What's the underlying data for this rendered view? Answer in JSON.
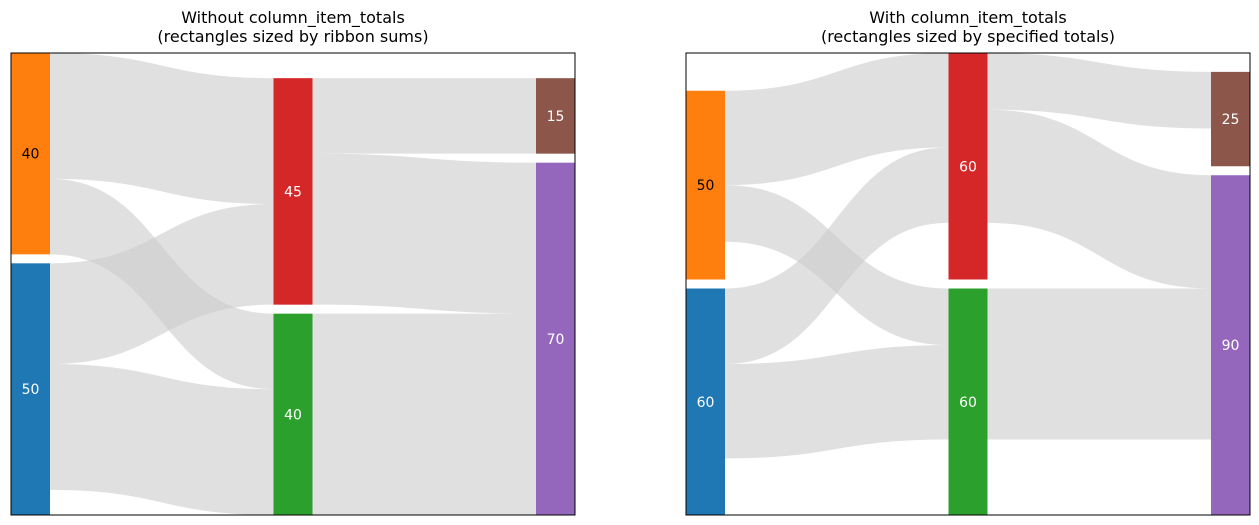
{
  "chart_data": [
    {
      "type": "sankey",
      "title": "Without column_item_totals\n(rectangles sized by ribbon sums)",
      "columns": [
        [
          {
            "id": "A",
            "value": 40,
            "color": "#ff7f0e"
          },
          {
            "id": "B",
            "value": 50,
            "color": "#1f77b4"
          }
        ],
        [
          {
            "id": "C",
            "value": 45,
            "color": "#d62728"
          },
          {
            "id": "D",
            "value": 40,
            "color": "#2ca02c"
          }
        ],
        [
          {
            "id": "E",
            "value": 15,
            "color": "#8c564b"
          },
          {
            "id": "F",
            "value": 70,
            "color": "#9467bd"
          }
        ]
      ],
      "flows": [
        {
          "from": "A",
          "to": "C",
          "value": 25
        },
        {
          "from": "A",
          "to": "D",
          "value": 15
        },
        {
          "from": "B",
          "to": "C",
          "value": 20
        },
        {
          "from": "B",
          "to": "D",
          "value": 25
        },
        {
          "from": "C",
          "to": "E",
          "value": 15
        },
        {
          "from": "C",
          "to": "F",
          "value": 30
        },
        {
          "from": "D",
          "to": "F",
          "value": 40
        }
      ],
      "ribbon_color": "#cccccc",
      "grid": false,
      "legend": "none"
    },
    {
      "type": "sankey",
      "title": "With column_item_totals\n(rectangles sized by specified totals)",
      "columns": [
        [
          {
            "id": "A",
            "value": 50,
            "color": "#ff7f0e"
          },
          {
            "id": "B",
            "value": 60,
            "color": "#1f77b4"
          }
        ],
        [
          {
            "id": "C",
            "value": 60,
            "color": "#d62728"
          },
          {
            "id": "D",
            "value": 60,
            "color": "#2ca02c"
          }
        ],
        [
          {
            "id": "E",
            "value": 25,
            "color": "#8c564b"
          },
          {
            "id": "F",
            "value": 90,
            "color": "#9467bd"
          }
        ]
      ],
      "flows": [
        {
          "from": "A",
          "to": "C",
          "value": 25
        },
        {
          "from": "A",
          "to": "D",
          "value": 15
        },
        {
          "from": "B",
          "to": "C",
          "value": 20
        },
        {
          "from": "B",
          "to": "D",
          "value": 25
        },
        {
          "from": "C",
          "to": "E",
          "value": 15
        },
        {
          "from": "C",
          "to": "F",
          "value": 30
        },
        {
          "from": "D",
          "to": "F",
          "value": 40
        }
      ],
      "ribbon_color": "#cccccc",
      "grid": false,
      "legend": "none"
    }
  ]
}
